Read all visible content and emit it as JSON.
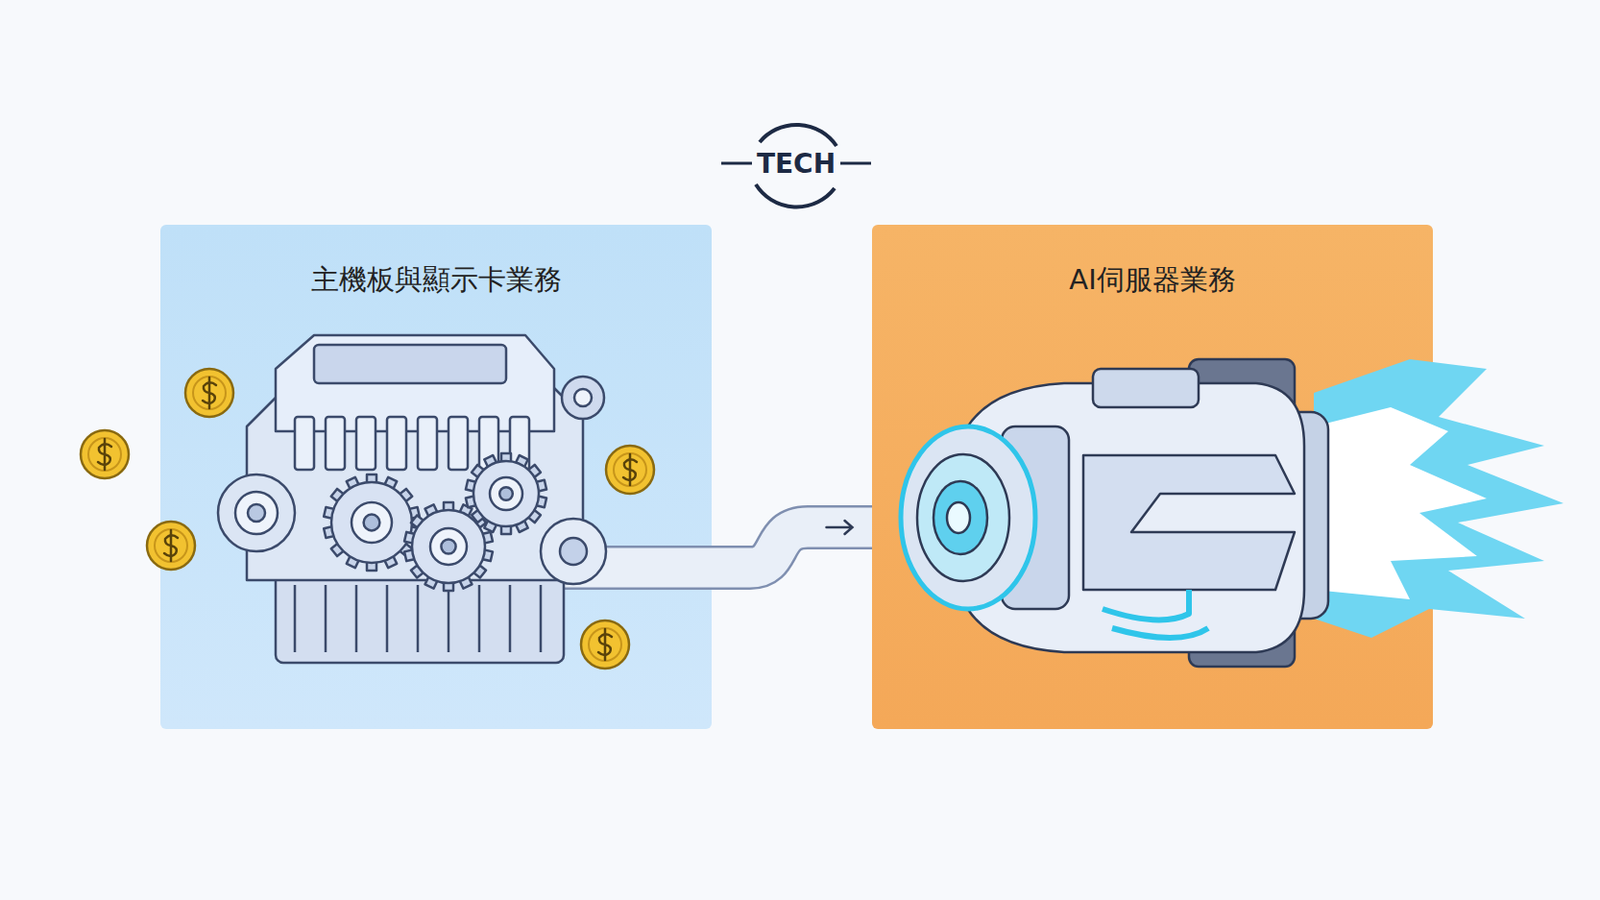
{
  "diagram": {
    "nodes": [
      {
        "text": [
          "TECH"
        ]
      },
      {
        "text": [
          "主機板與顯示卡業務"
        ]
      },
      {
        "text": [
          "AI伺服器業務"
        ]
      }
    ],
    "edges": [
      {
        "from": 1,
        "to": 2,
        "arrow": "to"
      }
    ]
  }
}
